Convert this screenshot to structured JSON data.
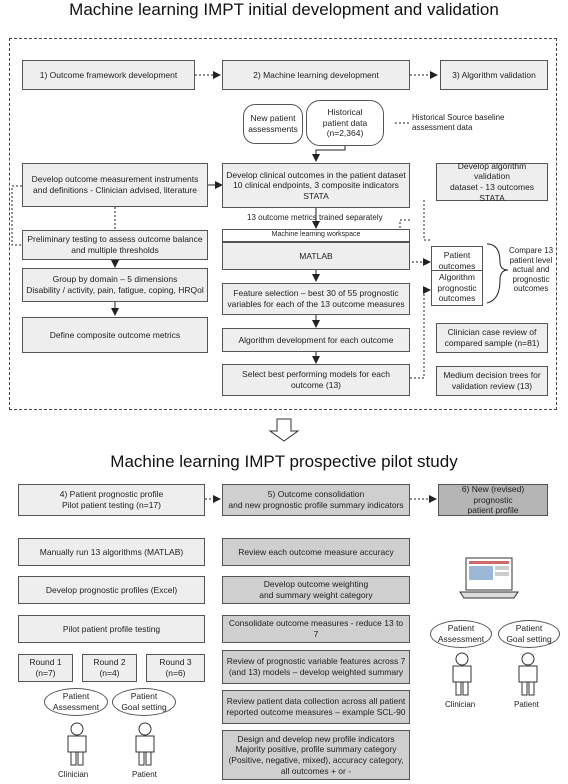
{
  "title_top": "Machine learning IMPT initial development and validation",
  "title_bottom": "Machine learning IMPT prospective pilot study",
  "development": {
    "step1": "1) Outcome framework development",
    "step2": "2) Machine learning development",
    "step3": "3) Algorithm validation",
    "new_patient": "New patient\nassessments",
    "historical": "Historical\npatient data\n(n=2,364)",
    "historical_source": "Historical Source baseline\nassessment data",
    "col1": [
      "Develop outcome measurement instruments\nand definitions - Clinician advised, literature",
      "Preliminary testing to assess outcome balance\nand multiple thresholds",
      "Group by domain – 5 dimensions\nDisability / activity, pain, fatigue, coping, HRQol",
      "Define composite outcome metrics"
    ],
    "col2_clinical": "Develop clinical outcomes in the patient dataset\n10 clinical endpoints, 3 composite indicators\nSTATA",
    "trained_label": "13 outcome metrics trained separately",
    "workspace": "Machine learning workspace",
    "matlab": "MATLAB",
    "col2": [
      "Feature selection – best 30 of 55 prognostic\nvariables for each of the 13 outcome measures",
      "Algorithm development for each outcome",
      "Select best performing models for each\noutcome (13)"
    ],
    "col3_validation": "Develop algorithm validation\ndataset - 13 outcomes\nSTATA",
    "patient_outcomes": "Patient\noutcomes",
    "algorithm_outcomes": "Algorithm\nprognostic\noutcomes",
    "compare": "Compare 13\npatient level\nactual and\nprognostic\noutcomes",
    "case_review": "Clinician case review of\ncompared sample (n=81)",
    "decision_trees": "Medium decision trees for\nvalidation review (13)"
  },
  "pilot": {
    "step4": "4) Patient prognostic profile\nPilot patient testing (n=17)",
    "step5": "5) Outcome consolidation\nand new prognostic profile summary indicators",
    "step6": "6) New (revised) prognostic\npatient profile",
    "col1": [
      "Manually run 13 algorithms (MATLAB)",
      "Develop prognostic profiles (Excel)",
      "Pilot patient profile testing"
    ],
    "rounds": [
      "Round 1\n(n=7)",
      "Round 2\n(n=4)",
      "Round 3\n(n=6)"
    ],
    "col2": [
      "Review each outcome measure accuracy",
      "Develop outcome weighting\nand summary weight category",
      "Consolidate outcome measures - reduce 13 to 7",
      "Review of prognostic variable features across 7\n(and 13) models – develop weighted summary",
      "Review patient data collection across all patient\nreported outcome measures – example SCL-90",
      "Design and develop new profile indicators\nMajority positive, profile summary category\n(Positive, negative, mixed), accuracy category,\nall outcomes + or -"
    ],
    "patient_assessment": "Patient\nAssessment",
    "patient_goal": "Patient\nGoal setting",
    "clinician": "Clinician",
    "patient": "Patient"
  }
}
